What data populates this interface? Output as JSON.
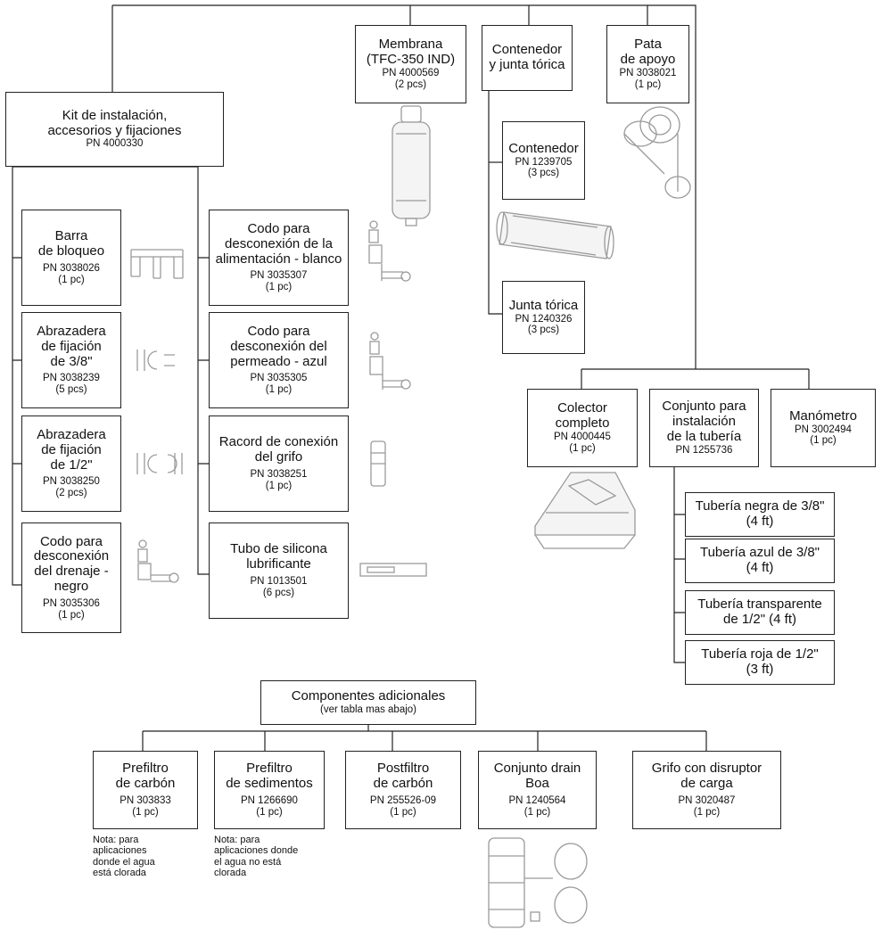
{
  "boxes": {
    "membrana": {
      "name": "Membrana\n(TFC-350 IND)",
      "pn": "PN 4000569",
      "qty": "(2 pcs)"
    },
    "contenedor_junta": {
      "name": "Contenedor\ny junta tórica"
    },
    "pata": {
      "name": "Pata\nde apoyo",
      "pn": "PN 3038021",
      "qty": "(1 pc)"
    },
    "kit": {
      "name": "Kit de instalación,\naccesorios y fijaciones",
      "pn": "PN 4000330"
    },
    "contenedor": {
      "name": "Contenedor",
      "pn": "PN 1239705",
      "qty": "(3 pcs)"
    },
    "junta": {
      "name": "Junta tórica",
      "pn": "PN 1240326",
      "qty": "(3 pcs)"
    },
    "barra": {
      "name": "Barra\nde bloqueo",
      "pn": "PN 3038026",
      "qty": "(1 pc)"
    },
    "abr38": {
      "name": "Abrazadera\nde fijación\nde 3/8\"",
      "pn": "PN 3038239",
      "qty": "(5 pcs)"
    },
    "abr12": {
      "name": "Abrazadera\nde fijación\nde 1/2\"",
      "pn": "PN 3038250",
      "qty": "(2 pcs)"
    },
    "codo_drenaje": {
      "name": "Codo para\ndesconexión\ndel drenaje -\nnegro",
      "pn": "PN 3035306",
      "qty": "(1 pc)"
    },
    "codo_blanco": {
      "name": "Codo para\ndesconexión de la\nalimentación - blanco",
      "pn": "PN 3035307",
      "qty": "(1 pc)"
    },
    "codo_azul": {
      "name": "Codo para\ndesconexión del\npermeado - azul",
      "pn": "PN 3035305",
      "qty": "(1 pc)"
    },
    "racord": {
      "name": "Racord de conexión\ndel grifo",
      "pn": "PN 3038251",
      "qty": "(1 pc)"
    },
    "tubo_silicona": {
      "name": "Tubo de silicona\nlubrificante",
      "pn": "PN 1013501",
      "qty": "(6 pcs)"
    },
    "colector": {
      "name": "Colector\ncompleto",
      "pn": "PN 4000445",
      "qty": "(1 pc)"
    },
    "conjunto_tuberia": {
      "name": "Conjunto para\ninstalación\nde la tubería",
      "pn": "PN 1255736"
    },
    "manometro": {
      "name": "Manómetro",
      "pn": "PN 3002494",
      "qty": "(1 pc)"
    },
    "tub_negra": {
      "name": "Tubería negra de 3/8\"",
      "qty": "(4 ft)"
    },
    "tub_azul": {
      "name": "Tubería azul de 3/8\"",
      "qty": "(4 ft)"
    },
    "tub_transp": {
      "name": "Tubería transparente\nde 1/2\" (4 ft)"
    },
    "tub_roja": {
      "name": "Tubería roja de 1/2\"",
      "qty": "(3 ft)"
    },
    "componentes": {
      "name": "Componentes adicionales",
      "sub": "(ver tabla mas abajo)"
    },
    "pref_carbon": {
      "name": "Prefiltro\nde carbón",
      "pn": "PN 303833",
      "qty": "(1 pc)"
    },
    "pref_sedimentos": {
      "name": "Prefiltro\nde sedimentos",
      "pn": "PN 1266690",
      "qty": "(1 pc)"
    },
    "postfiltro": {
      "name": "Postfiltro\nde carbón",
      "pn": "PN 255526-09",
      "qty": "(1 pc)"
    },
    "drain_boa": {
      "name": "Conjunto drain\nBoa",
      "pn": "PN 1240564",
      "qty": "(1 pc)"
    },
    "grifo": {
      "name": "Grifo con disruptor\nde carga",
      "pn": "PN 3020487",
      "qty": "(1 pc)"
    }
  },
  "notes": {
    "carbon": "Nota: para\naplicaciones\ndonde el agua\nestá clorada",
    "sedimentos": "Nota: para\naplicaciones donde\nel agua no está\nclorada"
  },
  "icons": [
    "membrane-icon",
    "support-leg-icon",
    "container-icon",
    "lock-bar-icon",
    "clamp-icon",
    "elbow-fitting-icon",
    "faucet-connector-icon",
    "silicone-tube-icon",
    "manifold-icon",
    "drain-boa-icon"
  ]
}
